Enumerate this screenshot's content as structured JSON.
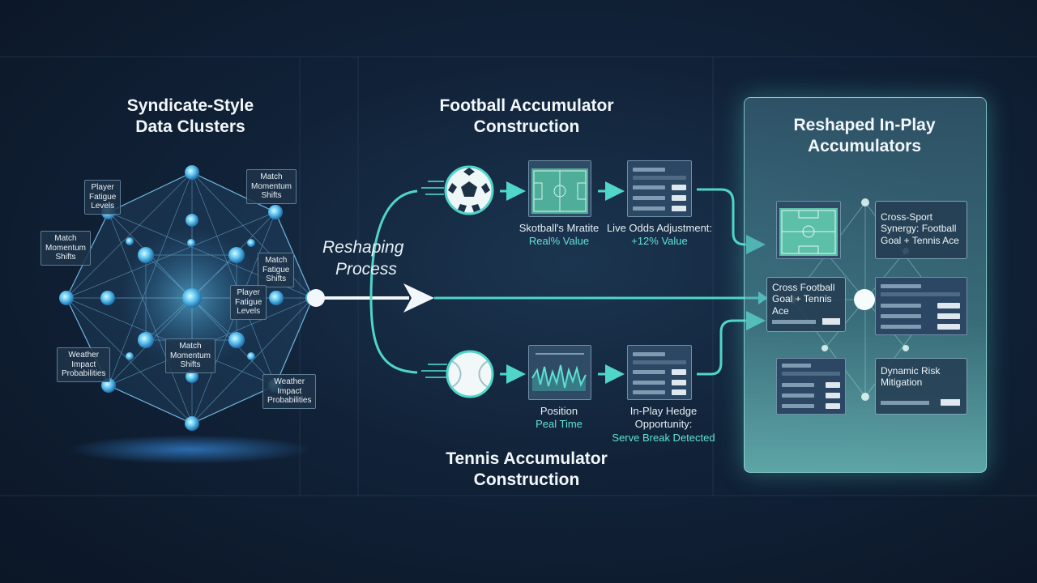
{
  "clusters": {
    "title_line1": "Syndicate-Style",
    "title_line2": "Data Clusters",
    "labels": [
      {
        "l1": "Player",
        "l2": "Fatigue",
        "l3": "Levels"
      },
      {
        "l1": "Match",
        "l2": "Momentum",
        "l3": "Shifts"
      },
      {
        "l1": "Match",
        "l2": "Momentum",
        "l3": "Shifts"
      },
      {
        "l1": "Match",
        "l2": "Fatigue",
        "l3": "Shifts"
      },
      {
        "l1": "Player",
        "l2": "Fatigue",
        "l3": "Levels"
      },
      {
        "l1": "Match",
        "l2": "Momentum",
        "l3": "Shifts"
      },
      {
        "l1": "Weather",
        "l2": "Impact",
        "l3": "Probabilities"
      },
      {
        "l1": "Weather",
        "l2": "Impact",
        "l3": "Probabilities"
      }
    ]
  },
  "reshaping": {
    "line1": "Reshaping",
    "line2": "Process"
  },
  "football": {
    "title_line1": "Football Accumulator",
    "title_line2": "Construction",
    "step1_line1": "Skotball's Mratite",
    "step1_line2": "Real% Value",
    "step2_line1": "Live Odds Adjustment:",
    "step2_line2": "+12% Value"
  },
  "tennis": {
    "title_line1": "Tennis Accumulator",
    "title_line2": "Construction",
    "step1_line1": "Position",
    "step1_line2": "Peal Time",
    "step2_line1": "In-Play Hedge",
    "step2_line2": "Opportunity:",
    "step2_line3": "Serve Break Detected"
  },
  "panel": {
    "title_line1": "Reshaped In-Play",
    "title_line2": "Accumulators",
    "card_synergy": "Cross-Sport Synergy: Football Goal + Tennis Ace",
    "card_cross": "Cross Football Goal + Tennis Ace",
    "card_risk": "Dynamic Risk Mitigation"
  },
  "colors": {
    "accent": "#4fd6c8",
    "node": "#5fc4f0",
    "background": "#112238"
  }
}
